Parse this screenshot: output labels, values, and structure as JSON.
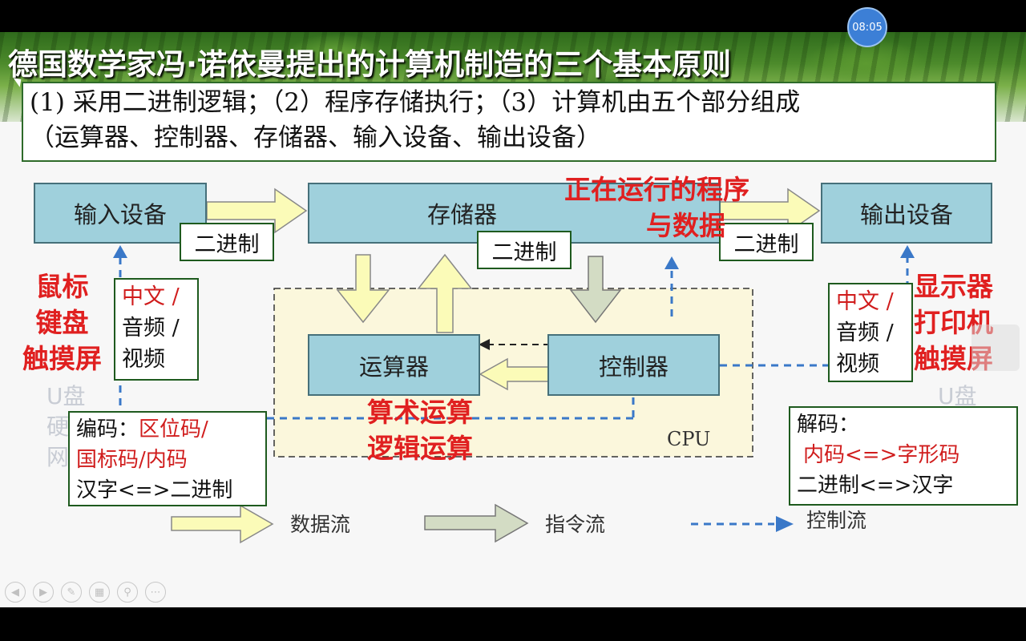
{
  "clock": "08:05",
  "slide": {
    "title": "德国数学家冯·诺依曼提出的计算机制造的三个基本原则",
    "principles_line1": "(1) 采用二进制逻辑；（2）程序存储执行；（3）计算机由五个部分组成",
    "principles_line2": "（运算器、控制器、存储器、输入设备、输出设备）"
  },
  "diagram": {
    "input_device": "输入设备",
    "memory": "存储器",
    "output_device": "输出设备",
    "alu": "运算器",
    "controller": "控制器",
    "cpu_label": "CPU",
    "binary_tag_left": "二进制",
    "binary_tag_middle": "二进制",
    "binary_tag_right": "二进制",
    "running_program": [
      "正在运行的程序",
      "与数据"
    ],
    "arithmetic": [
      "算术运算",
      "逻辑运算"
    ],
    "input_examples": [
      "鼠标",
      "键盘",
      "触摸屏"
    ],
    "output_examples": [
      "显示器",
      "打印机",
      "触摸屏"
    ],
    "media_left": {
      "line1": "中文 /",
      "line2": "音频 /",
      "line3": "视频"
    },
    "media_right": {
      "line1": "中文 /",
      "line2": "音频 /",
      "line3": "视频"
    },
    "ghost_left": [
      "U盘",
      "硬",
      "网"
    ],
    "ghost_right": "U盘",
    "encode": {
      "prefix": "编码：",
      "red1": "区位码/",
      "red2": "国标码/内码",
      "line3": "汉字<=>二进制"
    },
    "decode": {
      "line1": "解码：",
      "red": "内码<=>字形码",
      "line3": "二进制<=>汉字"
    }
  },
  "legend": {
    "data_flow": "数据流",
    "instruction_flow": "指令流",
    "control_flow": "控制流"
  },
  "colors": {
    "box_fill": "#9fd0dc",
    "data_arrow": "#fbfbb8",
    "instruction_arrow": "#d3dcc4",
    "control_line": "#3a78c8",
    "highlight_red": "#e02020"
  },
  "playback_controls": [
    "prev-icon",
    "next-icon",
    "pen-icon",
    "slides-icon",
    "zoom-icon",
    "more-icon"
  ]
}
